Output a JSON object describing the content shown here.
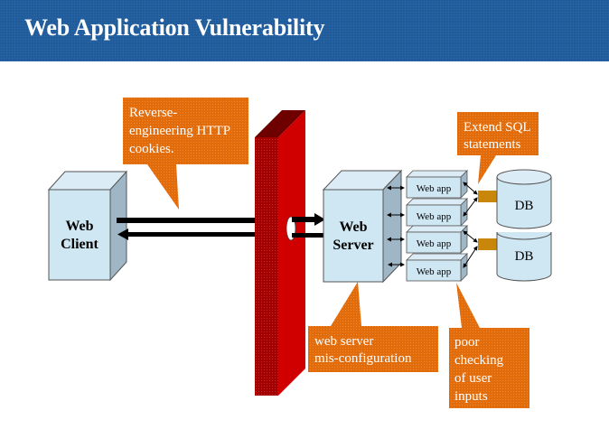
{
  "header": {
    "title": "Web Application Vulnerability"
  },
  "colors": {
    "header_bg": "#1f5a99",
    "callout": "#e36c0a",
    "box_face": "#cfe6f3",
    "box_side": "#9fb6c6",
    "firewall_front": "#a00000",
    "firewall_side": "#d40000",
    "connector": "#c8860a"
  },
  "nodes": {
    "client": {
      "line1": "Web",
      "line2": "Client"
    },
    "server": {
      "line1": "Web",
      "line2": "Server"
    },
    "web_apps": [
      "Web app",
      "Web app",
      "Web app",
      "Web app"
    ],
    "databases": [
      "DB",
      "DB"
    ]
  },
  "callouts": {
    "cookies": [
      "Reverse-",
      "engineering HTTP",
      "cookies."
    ],
    "sql": [
      "Extend SQL",
      "statements"
    ],
    "misconfig": [
      "web server",
      "mis-configuration"
    ],
    "inputs": [
      "poor",
      "checking",
      "of user",
      "inputs"
    ]
  }
}
